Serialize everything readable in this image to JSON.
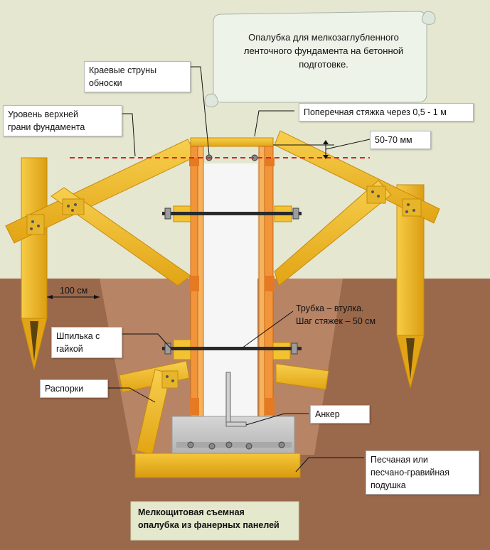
{
  "title": "Опалубка для мелкозаглубленного\nленточного фундамента на бетонной\nподготовке.",
  "labels": {
    "edge_strings": "Краевые струны\nобноски",
    "top_level": "Уровень верхней\nграни фундамента",
    "cross_tie": "Поперечная стяжка через 0,5 - 1 м",
    "gap": "50-70 мм",
    "distance": "100 см",
    "tube": "Трубка – втулка.\nШаг стяжек – 50 см",
    "stud": "Шпилька с\nгайкой",
    "braces": "Распорки",
    "anchor": "Анкер",
    "cushion": "Песчаная или\nпесчано-гравийная\nподушка",
    "bottom_caption": "Мелкощитовая  съемная\nопалубка из фанерных  панелей"
  },
  "colors": {
    "sky": "#e5e7d0",
    "soil": "#9a684b",
    "trench": "#b88466",
    "wood": "#f1b51d",
    "wood_edge": "#c68a0c",
    "panel": "#f2953a",
    "concrete": "#c8c8c8",
    "dash_line": "#e02020",
    "scroll_fill": "#eef3ea"
  }
}
